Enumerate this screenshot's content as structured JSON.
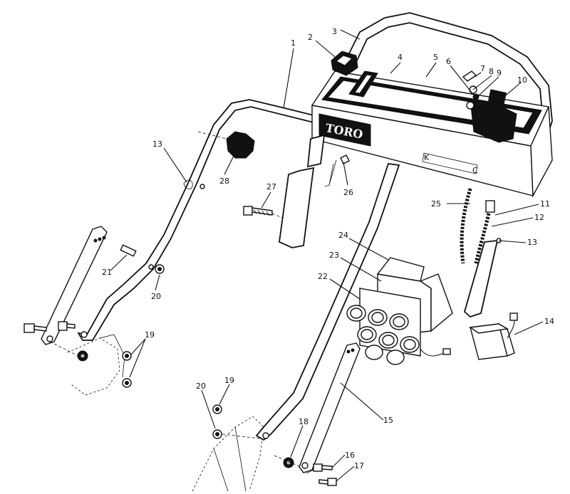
{
  "diagram": {
    "brand_logo": "TORO",
    "callouts": [
      "1",
      "2",
      "3",
      "4",
      "5",
      "6",
      "7",
      "8",
      "9",
      "10",
      "11",
      "12",
      "13",
      "13",
      "14",
      "15",
      "16",
      "17",
      "18",
      "19",
      "19",
      "20",
      "20",
      "21",
      "22",
      "23",
      "24",
      "25",
      "26",
      "27",
      "28"
    ]
  }
}
